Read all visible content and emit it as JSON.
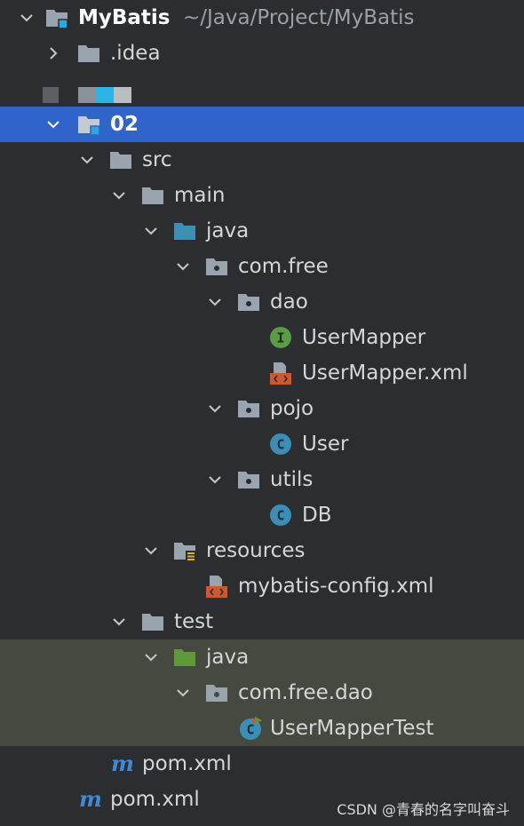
{
  "tree": {
    "root": {
      "label": "MyBatis",
      "path": "~/Java/Project/MyBatis"
    },
    "idea": {
      "label": ".idea"
    },
    "module": {
      "label": "02"
    },
    "src": {
      "label": "src"
    },
    "main": {
      "label": "main"
    },
    "main_java": {
      "label": "java"
    },
    "com_free": {
      "label": "com.free"
    },
    "dao": {
      "label": "dao"
    },
    "user_mapper": {
      "label": "UserMapper",
      "badge": "I"
    },
    "user_mapper_xml": {
      "label": "UserMapper.xml"
    },
    "pojo": {
      "label": "pojo"
    },
    "user": {
      "label": "User",
      "badge": "C"
    },
    "utils": {
      "label": "utils"
    },
    "db": {
      "label": "DB",
      "badge": "C"
    },
    "resources": {
      "label": "resources"
    },
    "mybatis_config": {
      "label": "mybatis-config.xml"
    },
    "test": {
      "label": "test"
    },
    "test_java": {
      "label": "java"
    },
    "com_free_dao": {
      "label": "com.free.dao"
    },
    "user_mapper_test": {
      "label": "UserMapperTest",
      "badge": "C"
    },
    "module_pom": {
      "label": "pom.xml",
      "badge": "m"
    },
    "root_pom": {
      "label": "pom.xml",
      "badge": "m"
    }
  },
  "watermark": "CSDN @青春的名字叫奋斗",
  "colors": {
    "background": "#2b2d30",
    "selection": "#2f65ca",
    "test_background": "#45493f",
    "folder": "#9aa4ae",
    "source_folder": "#3d8fb3",
    "test_folder": "#5e9a3c",
    "interface_badge": "#5a9b45",
    "class_badge": "#3a8fb5",
    "xml_icon": "#cc5a2e",
    "maven": "#3e8ad6"
  }
}
